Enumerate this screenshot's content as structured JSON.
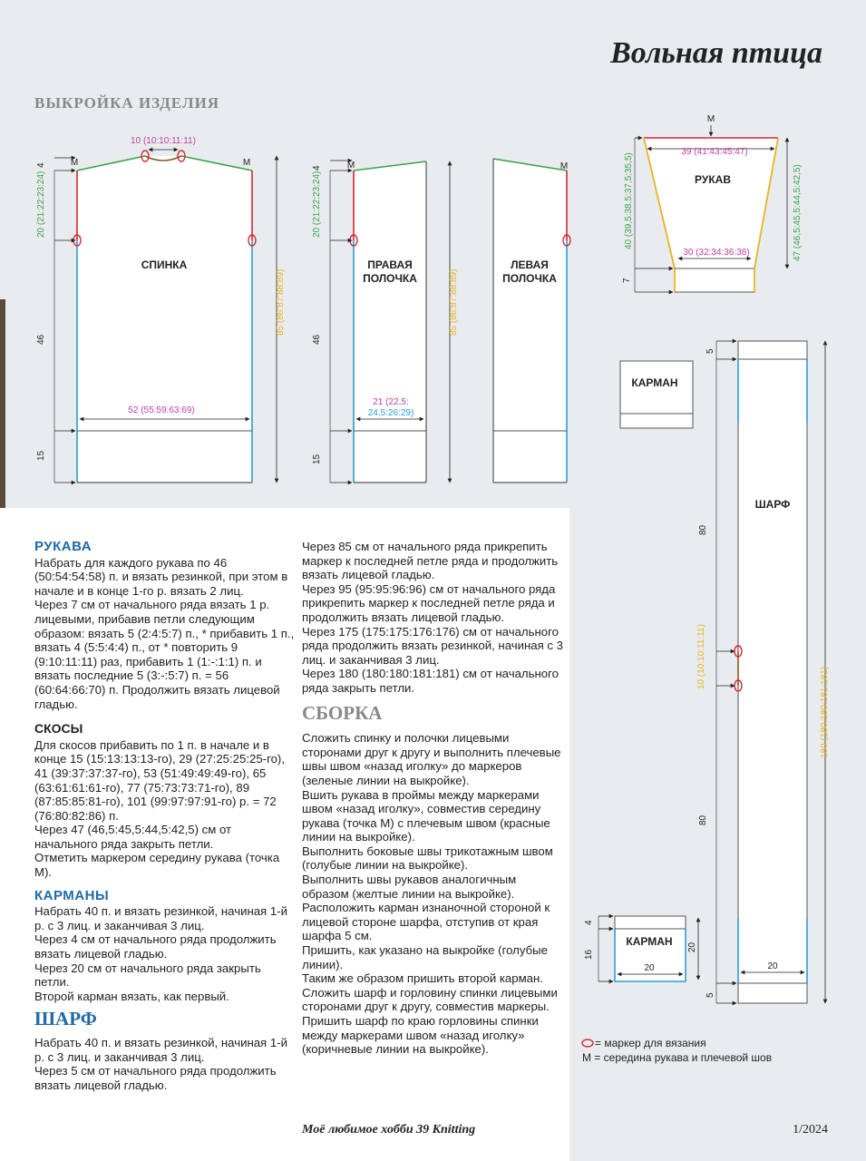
{
  "page": {
    "title": "Вольная птица",
    "subtitle": "ВЫКРОЙКА ИЗДЕЛИЯ",
    "footer_magazine": "Моё любимое хобби 39 Knitting",
    "footer_issue": "1/2024"
  },
  "diagram_labels": {
    "back": "СПИНКА",
    "right_front_1": "ПРАВАЯ",
    "right_front_2": "ПОЛОЧКА",
    "left_front_1": "ЛЕВАЯ",
    "left_front_2": "ПОЛОЧКА",
    "sleeve": "РУКАВ",
    "pocket": "КАРМАН",
    "scarf": "ШАРФ",
    "marker_m": "М",
    "back_neck": "10 (10:10:11:11)",
    "back_width": "52 (55:59:63:69)",
    "back_height": "85 (86:87:88:89)",
    "armhole": "20 (21:22:23:24)",
    "shoulder": "4",
    "body_46": "46",
    "body_15": "15",
    "front_width_1": "21 (22,5:",
    "front_width_2": "24,5:26:29)",
    "sleeve_top": "39 (41:43:45:47)",
    "sleeve_bottom": "30 (32:34:36:38)",
    "sleeve_side_left": "40 (39,5:38,5:37,5:35,5)",
    "sleeve_side_right": "47 (46,5:45,5:44,5:42,5)",
    "sleeve_cuff": "7",
    "scarf_5": "5",
    "scarf_80": "80",
    "scarf_10": "10 (10:10:11:11)",
    "scarf_total": "180 (180:180:181:181)",
    "scarf_width": "20",
    "pocket_4": "4",
    "pocket_16": "16",
    "pocket_20": "20"
  },
  "legend": {
    "marker": "= маркер для вязания",
    "m": "М = середина рукава и плечевой шов"
  },
  "text": {
    "sleeves_h": "РУКАВА",
    "sleeves_p1": "Набрать для каждого рукава по 46 (50:54:54:58) п. и вязать резинкой, при этом в начале и в конце 1-го р. вязать 2 лиц.",
    "sleeves_p2": "Через 7 см от начального ряда вязать 1 р. лицевыми, прибавив петли следующим образом: вязать 5 (2:4:5:7) п., * прибавить 1 п., вязать 4 (5:5:4:4) п., от * повторить 9 (9:10:11:11) раз, прибавить 1 (1:-:1:1) п. и вязать последние 5 (3:-:5:7) п. = 56 (60:64:66:70) п. Продолжить вязать лицевой гладью.",
    "bevels_h": "СКОСЫ",
    "bevels_p1": "Для скосов прибавить по 1 п. в начале и в конце 15 (15:13:13:13-го), 29 (27:25:25:25-го), 41 (39:37:37:37-го), 53 (51:49:49:49-го), 65 (63:61:61:61-го), 77 (75:73:73:71-го), 89 (87:85:85:81-го), 101 (99:97:97:91-го) р. = 72 (76:80:82:86) п.",
    "bevels_p2": "Через 47 (46,5:45,5:44,5:42,5) см от начального ряда закрыть петли.",
    "bevels_p3": "Отметить маркером середину рукава (точка М).",
    "pockets_h": "КАРМАНЫ",
    "pockets_p1": "Набрать 40 п. и вязать резинкой, начиная 1-й р. с 3 лиц. и заканчивая 3 лиц.",
    "pockets_p2": "Через 4 см от начального ряда продолжить вязать лицевой гладью.",
    "pockets_p3": "Через 20 см от начального ряда закрыть петли.",
    "pockets_p4": "Второй карман вязать, как первый.",
    "scarf_h": "ШАРФ",
    "scarf_p1": "Набрать 40 п. и вязать резинкой, начиная 1-й р. с 3 лиц. и заканчивая 3 лиц.",
    "scarf_p2": "Через 5 см от начального ряда продолжить вязать лицевой гладью.",
    "col2_p1": "Через 85 см от начального ряда прикрепить маркер к последней петле ряда и продолжить вязать лицевой гладью.",
    "col2_p2": "Через 95 (95:95:96:96) см от начального ряда прикрепить маркер к последней петле ряда и продолжить вязать лицевой гладью.",
    "col2_p3": "Через 175 (175:175:176:176) см от начального ряда продолжить вязать резинкой, начиная с 3 лиц. и заканчивая 3 лиц.",
    "col2_p4": "Через 180 (180:180:181:181) см от начального ряда закрыть петли.",
    "assembly_h": "СБОРКА",
    "assembly_p1": "Сложить спинку и полочки лицевыми сторонами друг к другу и выполнить плечевые швы швом «назад иголку» до маркеров (зеленые линии на выкройке).",
    "assembly_p2": "Вшить рукава в проймы между маркерами швом «назад иголку», совместив середину рукава (точка М) с плечевым швом (красные линии на выкройке).",
    "assembly_p3": "Выполнить боковые швы трикотажным швом (голубые линии на выкройке).",
    "assembly_p4": "Выполнить швы рукавов аналогичным образом (желтые линии на выкройке).",
    "assembly_p5": "Расположить карман изнаночной стороной к лицевой стороне шарфа, отступив от края шарфа 5 см.",
    "assembly_p6": "Пришить, как указано на выкройке (голубые линии).",
    "assembly_p7": "Таким же образом пришить второй карман.",
    "assembly_p8": "Сложить шарф и горловину спинки лицевыми сторонами друг к другу, совместив маркеры.",
    "assembly_p9": "Пришить шарф по краю горловины спинки между маркерами швом «назад иголку» (коричневые линии на выкройке)."
  },
  "colors": {
    "green": "#3aa14a",
    "red": "#d7282f",
    "blue": "#2b9fd1",
    "yellow": "#e8b423",
    "heading": "#1e6aa8"
  }
}
